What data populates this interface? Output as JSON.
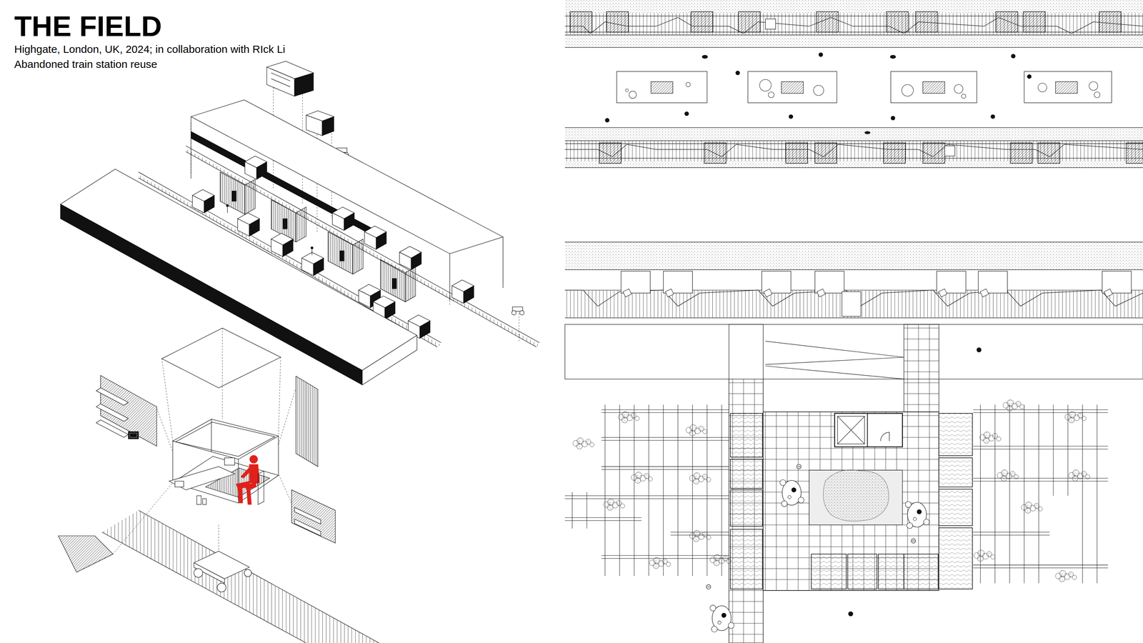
{
  "diagram": {
    "title": "THE FIELD",
    "labels": [
      "Highgate, London, UK, 2024; in collaboration with RIck Li",
      "Abandoned train station reuse"
    ]
  }
}
